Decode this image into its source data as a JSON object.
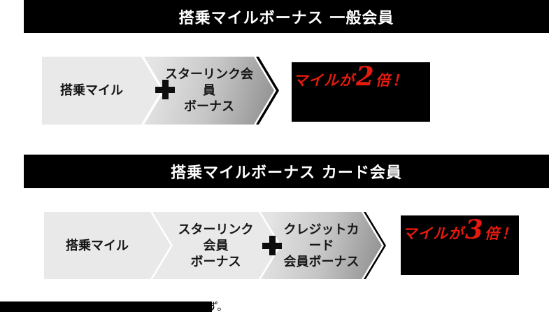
{
  "colors": {
    "header_bg": "#000000",
    "header_text": "#ffffff",
    "chevron_light": "#e9e9e9",
    "chevron_gradient_from": "#e4e4e4",
    "chevron_gradient_to": "#8d8d8d",
    "result_box_bg": "#000000",
    "accent_red": "#e51a0e"
  },
  "sections": [
    {
      "title": "搭乗マイルボーナス 一般会員",
      "steps": [
        {
          "label": "搭乗マイル"
        },
        {
          "label": "スターリンク会員\nボーナス"
        }
      ],
      "result": {
        "prefix": "マイルが",
        "number": "2",
        "suffix": "倍！"
      }
    },
    {
      "title": "搭乗マイルボーナス カード会員",
      "steps": [
        {
          "label": "搭乗マイル"
        },
        {
          "label": "スターリンク会員\nボーナス"
        },
        {
          "label": "クレジットカード\n会員ボーナス"
        }
      ],
      "result": {
        "prefix": "マイルが",
        "number": "3",
        "suffix": "倍！"
      }
    }
  ],
  "footnote": {
    "visible_text": "ず。"
  }
}
